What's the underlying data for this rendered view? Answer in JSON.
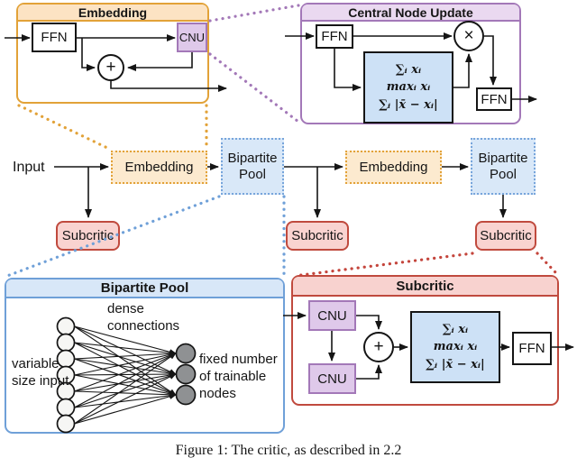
{
  "colors": {
    "orange_border": "#E2A238",
    "orange_header": "#FCE3C3",
    "orange_flow_fill": "#FCEACF",
    "purple_border": "#A378B8",
    "purple_fill": "#DFC9EA",
    "purple_header": "#EAD9F0",
    "blue_border": "#6FA0D8",
    "blue_fill": "#D9E8F8",
    "math_box_fill": "#CDE1F6",
    "red_border": "#C04A3E",
    "red_fill": "#F9D3D0",
    "input_node_fill": "#F6F6F4",
    "trainable_node_fill": "#8F9193"
  },
  "embedding_detail": {
    "title": "Embedding",
    "ffn_label": "FFN",
    "cnu_label": "CNU",
    "plus_label": "+"
  },
  "central_node_update_detail": {
    "title": "Central Node Update",
    "ffn1_label": "FFN",
    "ffn2_label": "FFN",
    "times_label": "×",
    "math_lines": [
      "∑ᵢ xᵢ",
      "maxᵢ xᵢ",
      "∑ᵢ |x̄ − xᵢ|"
    ]
  },
  "flow": {
    "input_label": "Input",
    "embedding1_label": "Embedding",
    "bipartite_pool1_label": "Bipartite Pool",
    "embedding2_label": "Embedding",
    "bipartite_pool2_label": "Bipartite Pool",
    "subcritic1_label": "Subcritic",
    "subcritic2_label": "Subcritic",
    "subcritic3_label": "Subcritic"
  },
  "bipartite_pool_detail": {
    "title": "Bipartite Pool",
    "dense_label": "dense connections",
    "left_label": "variable size input",
    "right_label": "fixed number of trainable nodes",
    "left_nodes": 7,
    "right_nodes": 3
  },
  "subcritic_detail": {
    "title": "Subcritic",
    "cnu1_label": "CNU",
    "cnu2_label": "CNU",
    "plus_label": "+",
    "ffn_label": "FFN",
    "math_lines": [
      "∑ᵢ xᵢ",
      "maxᵢ xᵢ",
      "∑ᵢ |x̄ − xᵢ|"
    ]
  },
  "caption": "Figure 1: The critic, as described in 2.2"
}
